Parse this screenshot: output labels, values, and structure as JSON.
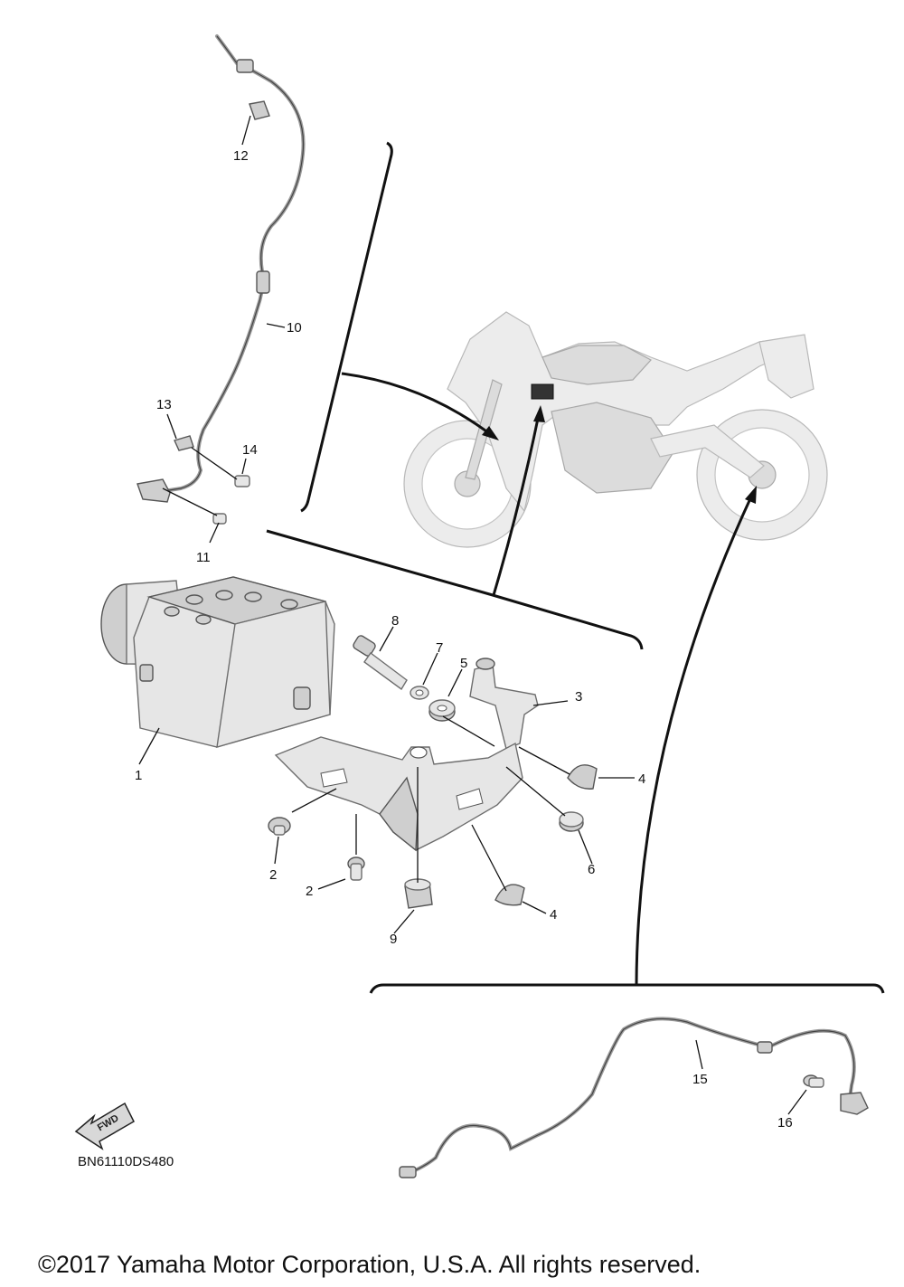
{
  "diagram": {
    "callouts": [
      {
        "id": "c1",
        "text": "1"
      },
      {
        "id": "c2a",
        "text": "2"
      },
      {
        "id": "c2b",
        "text": "2"
      },
      {
        "id": "c3",
        "text": "3"
      },
      {
        "id": "c4a",
        "text": "4"
      },
      {
        "id": "c4b",
        "text": "4"
      },
      {
        "id": "c5",
        "text": "5"
      },
      {
        "id": "c6",
        "text": "6"
      },
      {
        "id": "c7",
        "text": "7"
      },
      {
        "id": "c8",
        "text": "8"
      },
      {
        "id": "c9",
        "text": "9"
      },
      {
        "id": "c10",
        "text": "10"
      },
      {
        "id": "c11",
        "text": "11"
      },
      {
        "id": "c12",
        "text": "12"
      },
      {
        "id": "c13",
        "text": "13"
      },
      {
        "id": "c14",
        "text": "14"
      },
      {
        "id": "c15",
        "text": "15"
      },
      {
        "id": "c16",
        "text": "16"
      }
    ],
    "fwd_label": "FWD",
    "diagram_code": "BN61110DS480",
    "copyright": "©2017 Yamaha Motor Corporation, U.S.A. All rights reserved."
  },
  "colors": {
    "line": "#111111",
    "part_fill": "#e6e6e6",
    "ghost_fill": "#ececec"
  }
}
